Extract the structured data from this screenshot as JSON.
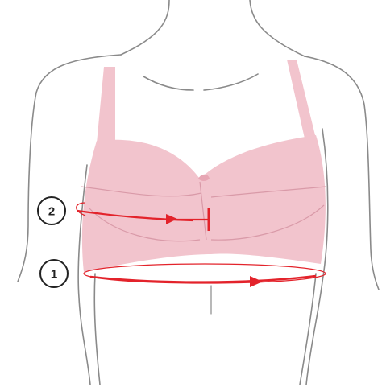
{
  "diagram": {
    "type": "bra-measurement-guide",
    "colors": {
      "background": "#ffffff",
      "body_outline": "#8a8a8a",
      "bra_fill": "#f2c4cd",
      "bra_seam": "#d99aa8",
      "measure_line": "#e3232b",
      "marker_outline": "#222222"
    },
    "markers": [
      {
        "id": "underbust",
        "label": "1"
      },
      {
        "id": "bust",
        "label": "2"
      }
    ]
  }
}
